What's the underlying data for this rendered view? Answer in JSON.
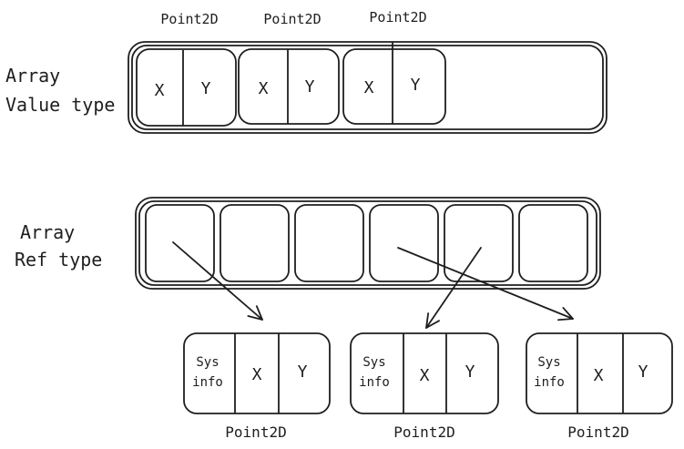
{
  "value_section": {
    "label_line1": "Array",
    "label_line2": "Value type",
    "points": [
      {
        "title": "Point2D",
        "x": "X",
        "y": "Y"
      },
      {
        "title": "Point2D",
        "x": "X",
        "y": "Y"
      },
      {
        "title": "Point2D",
        "x": "X",
        "y": "Y"
      }
    ]
  },
  "ref_section": {
    "label_line1": "Array",
    "label_line2": "Ref type",
    "slot_count": 6,
    "objects": [
      {
        "sys_line1": "Sys",
        "sys_line2": "info",
        "x": "X",
        "y": "Y",
        "title": "Point2D"
      },
      {
        "sys_line1": "Sys",
        "sys_line2": "info",
        "x": "X",
        "y": "Y",
        "title": "Point2D"
      },
      {
        "sys_line1": "Sys",
        "sys_line2": "info",
        "x": "X",
        "y": "Y",
        "title": "Point2D"
      }
    ]
  },
  "colors": {
    "stroke": "#1e1e1e",
    "background": "#ffffff"
  }
}
